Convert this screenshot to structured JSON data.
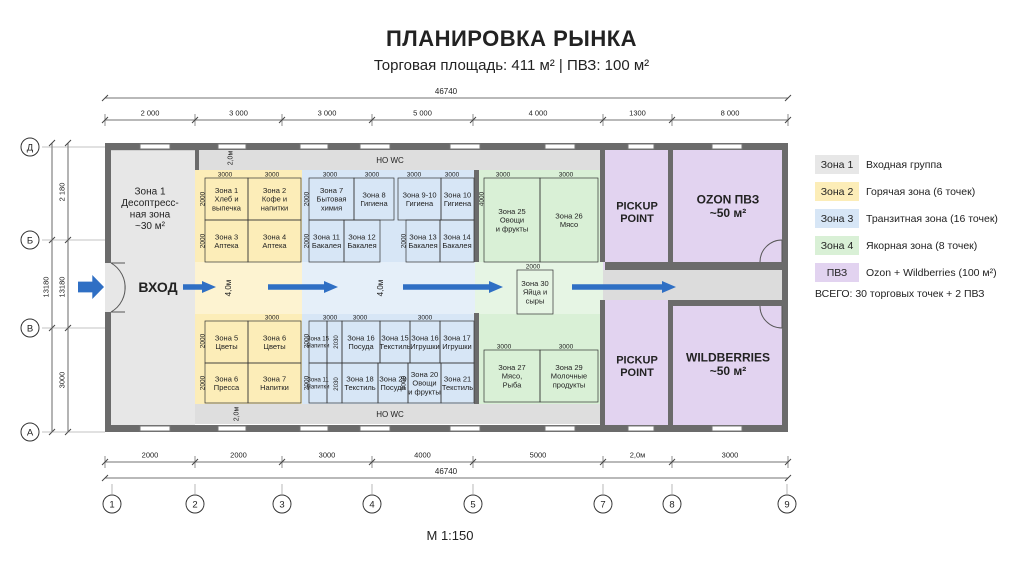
{
  "header": {
    "title": "ПЛАНИРОВКА РЫНКА",
    "subtitle": "Торговая площадь: 411 м² | ПВЗ: 100 м²"
  },
  "colors": {
    "zone1": "#e7e7e7",
    "zone2": "#fcedb8",
    "zone3": "#d7e6f6",
    "zone4": "#d9f0d6",
    "pvz": "#e2d3f0",
    "arrow": "#2f6fc4",
    "wall": "#6b6b6b"
  },
  "dims": {
    "total": "46740",
    "top": [
      "2 000",
      "3 000",
      "3 000",
      "5 000",
      "4 000",
      "1300",
      "8 000"
    ],
    "bottom": [
      "2000",
      "2000",
      "3000",
      "4000",
      "5000",
      "2,0м",
      "3000"
    ],
    "left": [
      "2 180",
      "13180",
      "13180",
      "3000"
    ]
  },
  "axes": {
    "rows": [
      "Д",
      "Б",
      "В",
      "А"
    ],
    "cols": [
      "1",
      "2",
      "3",
      "4",
      "5",
      "7",
      "8",
      "9"
    ]
  },
  "labels": {
    "entrance": "ВХОД",
    "wc_top": "НО WC",
    "wc_bottom": "НО WC",
    "corridor1": "4,0м",
    "corridor2": "4,0м",
    "gap_top": "2,0м",
    "gap_bottom": "2,0м"
  },
  "zones": {
    "z1": "Зона 1\nДесоптресс-\nная зона\n~30 м²",
    "z1a": "Зона 1\nХлеб и\nвыпечка",
    "z2": "Зона 2\nКофе и\nнапитки",
    "z3": "Зона 3\nАптека",
    "z4": "Зона 4\nАптека",
    "z5": "Зона 5\nЦветы",
    "z6": "Зона 6\nЦветы",
    "z6b": "Зона 6\nПресса",
    "z7b": "Зона 7\nНапитки",
    "z7": "Зона 7\nБытовая\nхимия",
    "z8": "Зона 8\nГигиена",
    "z9": "Зона 9-10\nГигиена",
    "z10": "Зона 10\nГигиена",
    "z11": "Зона 11\nБакалея",
    "z12": "Зона 12\nБакалея",
    "z13": "Зона 13\nБакалея",
    "z14": "Зона 14\nБакалея",
    "z15": "Зона 15\nНапитки",
    "z16": "Зона 16\nПосуда",
    "z15b": "Зона 15\nТекстиль",
    "z16b": "Зона 16\nИгрушки",
    "z17": "Зона 17\nИгрушки",
    "z11b": "Зона 11\nНапитки",
    "z18": "Зона 18\nТекстиль",
    "z29": "Зона 29\nПосуда",
    "z20": "Зона 20\nОвощи\nи фрукты",
    "z21": "Зона 21\nТекстиль",
    "z25": "Зона 25\nОвощи\nи фрукты",
    "z26": "Зона 26\nМясо",
    "z30": "Зона 30\nЯйца и\nсыры",
    "z27": "Зона 27\nМясо,\nРыба",
    "z29b": "Зона 29\nМолочные\nпродукты",
    "pickup_top": "PICKUP\nPOINT",
    "pickup_bottom": "PICKUP\nPOINT",
    "ozon": "OZON ПВЗ\n~50 м²",
    "wb": "WILDBERRIES\n~50 м²"
  },
  "small_dims": {
    "d3000": "3000",
    "d2000": "2000",
    "d2030": "2030",
    "d4000": "4000"
  },
  "legend": [
    {
      "swatch": "Зона 1",
      "text": "Входная группа",
      "color": "#e7e7e7"
    },
    {
      "swatch": "Зона 2",
      "text": "Горячая зона (6 точек)",
      "color": "#fcedb8"
    },
    {
      "swatch": "Зона 3",
      "text": "Транзитная зона (16 точек)",
      "color": "#d7e6f6"
    },
    {
      "swatch": "Зона 4",
      "text": "Якорная зона (8 точек)",
      "color": "#d9f0d6"
    },
    {
      "swatch": "ПВЗ",
      "text": "Ozon + Wildberries (100 м²)",
      "color": "#e2d3f0"
    }
  ],
  "legend_total": "ВСЕГО:  30 торговых точек + 2 ПВЗ",
  "scale": "М 1:150"
}
